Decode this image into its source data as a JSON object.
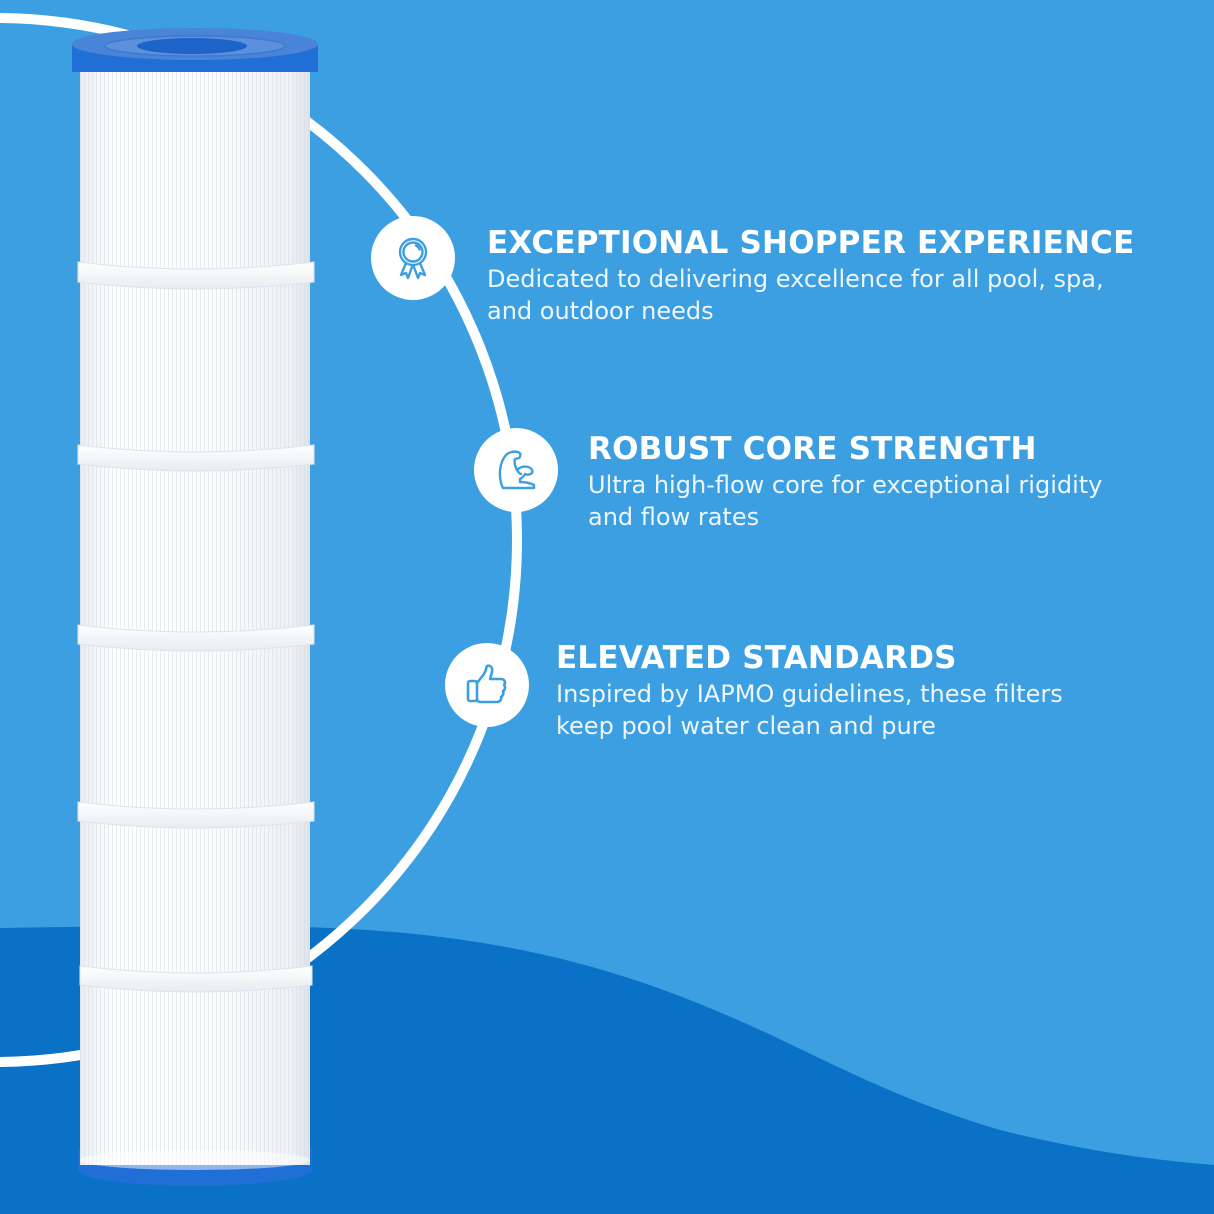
{
  "colors": {
    "background_light": "#3b9fe2",
    "wave_dark": "#0a72c6",
    "arc_white": "#ffffff",
    "icon_stroke": "#3b9fe2",
    "filter_cap_blue": "#1f6fd6"
  },
  "product": {
    "name": "pool-filter-cartridge"
  },
  "features": [
    {
      "icon": "award-ribbon-icon",
      "title": "EXCEPTIONAL SHOPPER EXPERIENCE",
      "line1": "Dedicated to delivering excellence for all pool, spa,",
      "line2": "and outdoor needs"
    },
    {
      "icon": "flexed-bicep-icon",
      "title": "ROBUST CORE STRENGTH",
      "line1": "Ultra high-flow core for exceptional rigidity",
      "line2": "and flow rates"
    },
    {
      "icon": "thumbs-up-icon",
      "title": "ELEVATED STANDARDS",
      "line1": "Inspired by IAPMO guidelines, these filters",
      "line2": "keep pool water clean and pure"
    }
  ]
}
